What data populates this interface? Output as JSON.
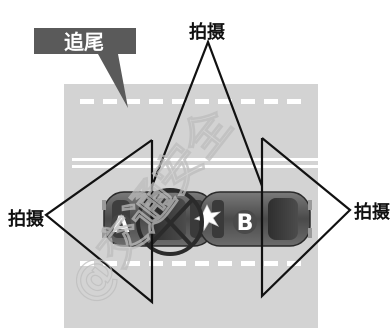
{
  "badge": {
    "text": "追尾"
  },
  "labels": {
    "top": "拍摄",
    "left": "拍摄",
    "right": "拍摄"
  },
  "cars": {
    "a": {
      "letter": "A"
    },
    "b": {
      "letter": "B"
    }
  },
  "watermark": {
    "text": "@交通安全"
  },
  "colors": {
    "road": "#d2d2d2",
    "badge": "#555555",
    "car": "#585858",
    "line": "#111111"
  }
}
